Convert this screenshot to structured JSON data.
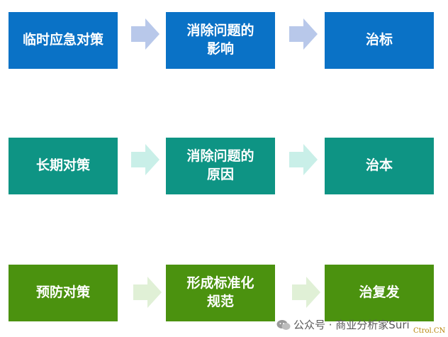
{
  "rows": [
    {
      "color": "#0a72c6",
      "arrow_color": "#b8c8ea",
      "boxes": [
        "临时应急对策",
        "消除问题的\n影响",
        "治标"
      ]
    },
    {
      "color": "#0e9484",
      "arrow_color": "#c9efe8",
      "boxes": [
        "长期对策",
        "消除问题的\n原因",
        "治本"
      ]
    },
    {
      "color": "#4b920f",
      "arrow_color": "#e0f0d6",
      "boxes": [
        "预防对策",
        "形成标准化\n规范",
        "治复发"
      ]
    }
  ],
  "arrow_icon": "right-arrow-icon",
  "watermark": {
    "icon": "wechat-icon",
    "text": "公众号 · 商业分析家Suri"
  },
  "brand": "Ctrol.CN"
}
